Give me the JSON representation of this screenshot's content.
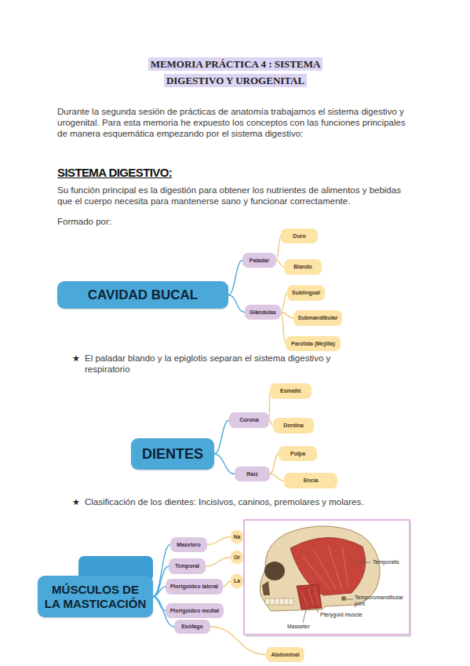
{
  "diagram": {
    "title": "MEMORIA PRÁCTICA 4 : SISTEMA DIGESTIVO Y UROGENITAL",
    "nodes": [
      {
        "text": [
          "CAVIDAD BUCAL"
        ]
      },
      {
        "text": [
          "Paladar"
        ]
      },
      {
        "text": [
          "Duro"
        ]
      },
      {
        "text": [
          "Blando"
        ]
      },
      {
        "text": [
          "Glándulas"
        ]
      },
      {
        "text": [
          "Sublingual"
        ]
      },
      {
        "text": [
          "Submandibular"
        ]
      },
      {
        "text": [
          "Parótida (Mejilla)"
        ]
      },
      {
        "text": [
          "DIENTES"
        ]
      },
      {
        "text": [
          "Corona"
        ]
      },
      {
        "text": [
          "Esmalte"
        ]
      },
      {
        "text": [
          "Dentina"
        ]
      },
      {
        "text": [
          "Raíz"
        ]
      },
      {
        "text": [
          "Pulpa"
        ]
      },
      {
        "text": [
          "Encía"
        ]
      },
      {
        "text": [
          "MÚSCULOS DE LA MASTICACIÓN"
        ]
      },
      {
        "text": [
          "Masetero"
        ]
      },
      {
        "text": [
          "Na"
        ]
      },
      {
        "text": [
          "Temporal"
        ]
      },
      {
        "text": [
          "Or"
        ]
      },
      {
        "text": [
          "Pterigoideo lateral"
        ]
      },
      {
        "text": [
          "La"
        ]
      },
      {
        "text": [
          "Pterigoideo medial"
        ]
      },
      {
        "text": [
          "Esófago"
        ]
      },
      {
        "text": [
          "Abdominal"
        ]
      }
    ],
    "edges": [
      {
        "from": 0,
        "to": 1,
        "arrow": "none"
      },
      {
        "from": 0,
        "to": 4,
        "arrow": "none"
      },
      {
        "from": 1,
        "to": 2,
        "arrow": "none"
      },
      {
        "from": 1,
        "to": 3,
        "arrow": "none"
      },
      {
        "from": 4,
        "to": 5,
        "arrow": "none"
      },
      {
        "from": 4,
        "to": 6,
        "arrow": "none"
      },
      {
        "from": 4,
        "to": 7,
        "arrow": "none"
      },
      {
        "from": 8,
        "to": 9,
        "arrow": "none"
      },
      {
        "from": 8,
        "to": 12,
        "arrow": "none"
      },
      {
        "from": 9,
        "to": 10,
        "arrow": "none"
      },
      {
        "from": 9,
        "to": 11,
        "arrow": "none"
      },
      {
        "from": 12,
        "to": 13,
        "arrow": "none"
      },
      {
        "from": 12,
        "to": 14,
        "arrow": "none"
      },
      {
        "from": 15,
        "to": 16,
        "arrow": "none"
      },
      {
        "from": 15,
        "to": 18,
        "arrow": "none"
      },
      {
        "from": 15,
        "to": 20,
        "arrow": "none"
      },
      {
        "from": 15,
        "to": 22,
        "arrow": "none"
      },
      {
        "from": 15,
        "to": 23,
        "arrow": "none"
      },
      {
        "from": 16,
        "to": 17,
        "arrow": "none"
      },
      {
        "from": 18,
        "to": 19,
        "arrow": "none"
      },
      {
        "from": 20,
        "to": 21,
        "arrow": "none"
      },
      {
        "from": 23,
        "to": 24,
        "arrow": "none"
      }
    ],
    "labels": [
      "Durante la segunda sesión de prácticas de anatomía trabajamos el sistema digestivo y urogenital. Para esta memoria he expuesto los conceptos con las funciones principales de manera esquemática empezando por el sistema digestivo:",
      "SISTEMA DIGESTIVO:",
      "Su función principal es la digestión para obtener los nutrientes de alimentos y bebidas que el cuerpo necesita para mantenerse sano y funcionar correctamente.",
      "Formado por:",
      "★",
      "El paladar blando y la epiglotis separan el sistema digestivo y respiratorio",
      "★",
      "Clasificación de los dientes: Incisivos, caninos, premolares y molares.",
      "Temporalis",
      "Temporomandibular joint",
      "Pterygoid muscle",
      "Masseter"
    ]
  }
}
